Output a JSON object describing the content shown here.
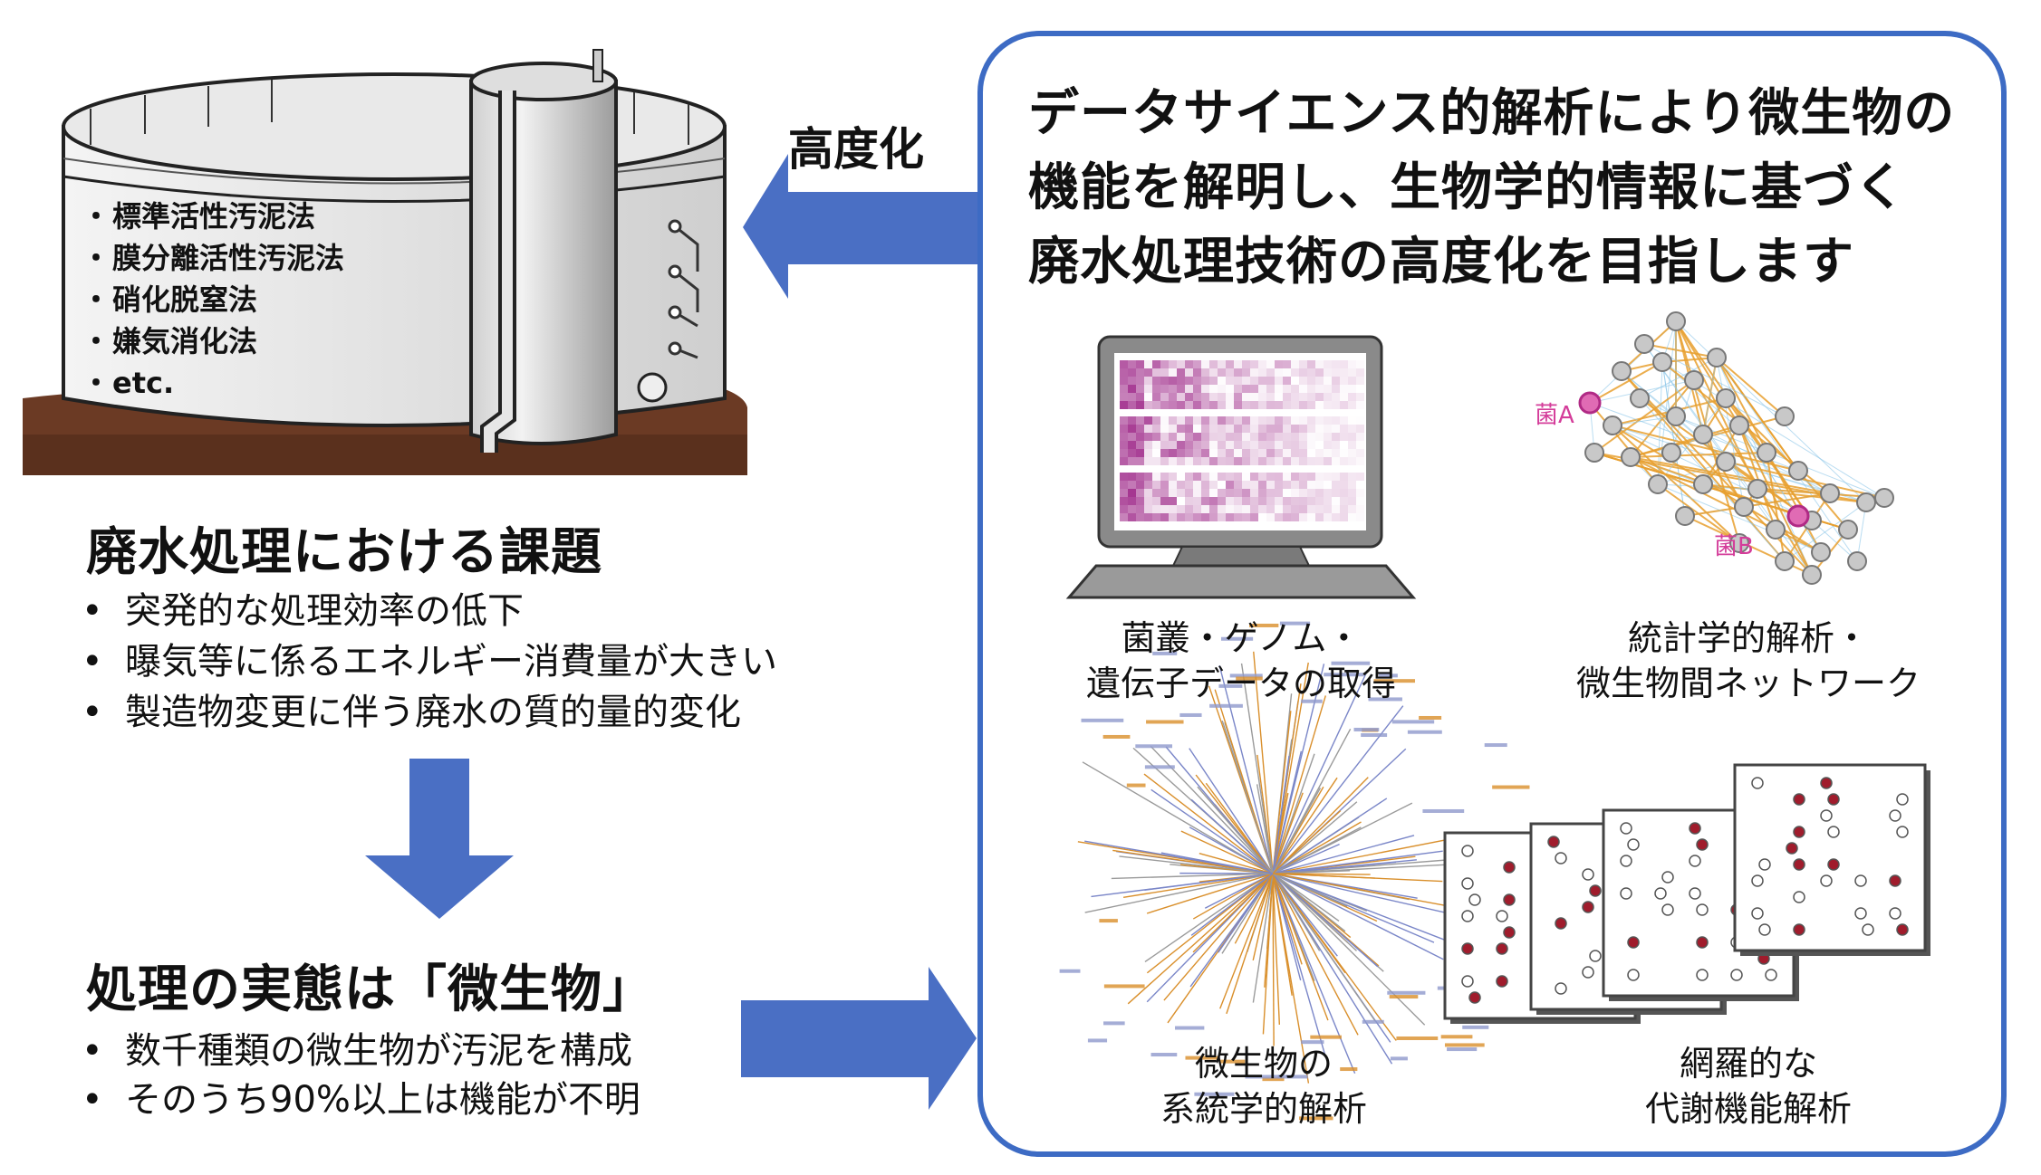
{
  "tank": {
    "methods": [
      "標準活性汚泥法",
      "膜分離活性汚泥法",
      "硝化脱窒法",
      "嫌気消化法",
      "etc."
    ],
    "bullet": "・"
  },
  "arrow_label": "高度化",
  "challenges": {
    "title": "廃水処理における課題",
    "items": [
      "突発的な処理効率の低下",
      "曝気等に係るエネルギー消費量が大きい",
      "製造物変更に伴う廃水の質的量的変化"
    ]
  },
  "reality": {
    "title": "処理の実態は「微生物」",
    "items": [
      "数千種類の微生物が汚泥を構成",
      "そのうち90%以上は機能が不明"
    ]
  },
  "bullet_char": "•",
  "panel": {
    "title_lines": [
      "データサイエンス的解析により微生物の",
      "機能を解明し、生物学的情報に基づく",
      "廃水処理技術の高度化を目指します"
    ],
    "captions": {
      "genome": [
        "菌叢・ゲノム・",
        "遺伝子データの取得"
      ],
      "network": [
        "統計学的解析・",
        "微生物間ネットワーク"
      ],
      "phylo": [
        "微生物の",
        "系統学的解析"
      ],
      "metabolic": [
        "網羅的な",
        "代謝機能解析"
      ]
    },
    "network_labels": {
      "a": "菌A",
      "b": "菌B"
    }
  },
  "colors": {
    "arrow": "#4a6fc4",
    "panel_border": "#3d6bc4",
    "node_highlight": "#d43d9a",
    "network_edge": "#e8a030",
    "metabolic_dot": "#a01c2c"
  }
}
